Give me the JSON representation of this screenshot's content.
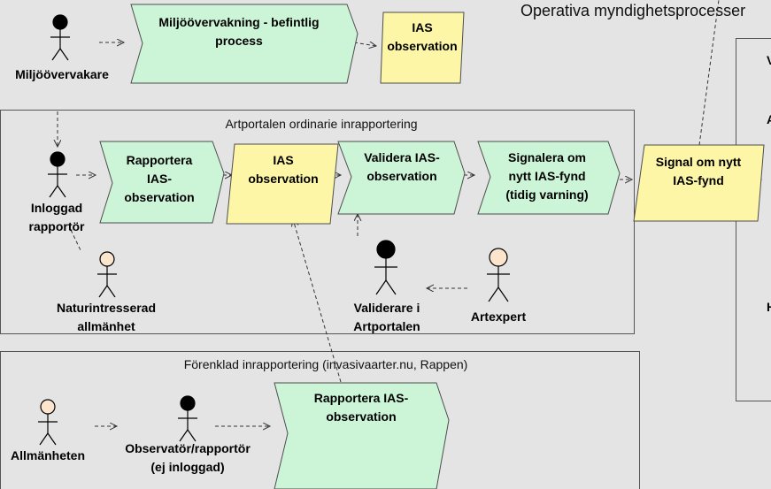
{
  "top_title": "Operativa myndighetsprocesser",
  "groups": {
    "ordinarie": "Artportalen ordinarie inrapportering",
    "forenklad": "Förenklad inrapportering (invasivaarter.nu, Rappen)"
  },
  "right_panel": {
    "letters": [
      "V",
      "A",
      "H"
    ]
  },
  "processes": {
    "miljo": [
      "Miljöövervakning - befintlig",
      "process"
    ],
    "rapportera_ias": [
      "Rapportera",
      "IAS-",
      "observation"
    ],
    "validera": [
      "Validera IAS-",
      "observation"
    ],
    "signalera": [
      "Signalera om",
      "nytt IAS-fynd",
      "(tidig varning)"
    ],
    "rapportera_forenklad": [
      "Rapportera IAS-",
      "observation"
    ]
  },
  "objects": {
    "obs_top": [
      "IAS",
      "observation"
    ],
    "obs_mid": [
      "IAS",
      "observation"
    ],
    "signal": [
      "Signal om nytt",
      "IAS-fynd"
    ]
  },
  "actors": {
    "miljoovervakare": [
      "Miljöövervakare"
    ],
    "inloggad": [
      "Inloggad",
      "rapportör"
    ],
    "naturintresserad": [
      "Naturintresserad",
      "allmänhet"
    ],
    "validerare": [
      "Validerare i",
      "Artportalen"
    ],
    "artexpert": [
      "Artexpert"
    ],
    "allmanheten": [
      "Allmänheten"
    ],
    "observator": [
      "Observatör/rapportör",
      "(ej inloggad)"
    ]
  },
  "colors": {
    "process_fill": "#ccf5d8",
    "object_fill": "#fdf6a6",
    "actor_dark": "#000000",
    "actor_light": "#fbe5cc",
    "group_fill": "#e4e4e4",
    "background": "#e4e4e4"
  }
}
